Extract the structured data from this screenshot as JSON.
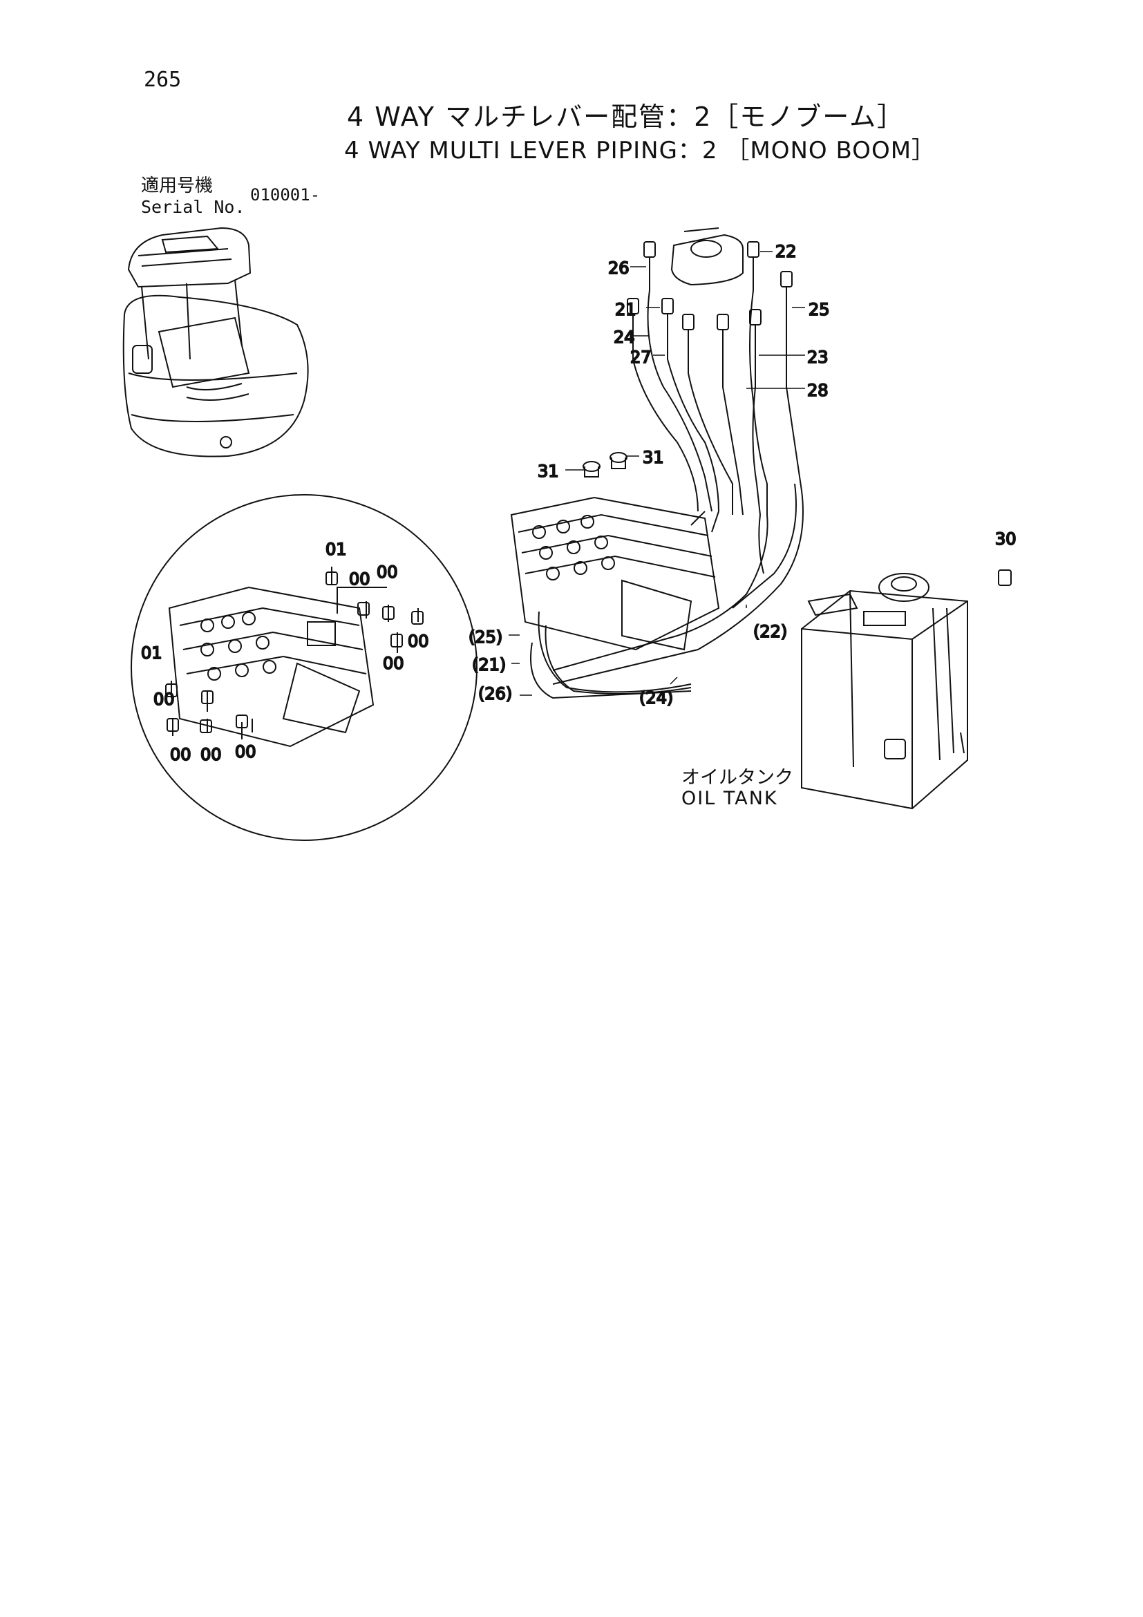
{
  "page_number": "265",
  "title_jp": "4 WAY マルチレバー配管：2［モノブーム］",
  "title_en": "4 WAY MULTI LEVER PIPING：2 ［MONO BOOM］",
  "serial": {
    "label_jp": "適用号機",
    "label_en": "Serial No.",
    "range": "010001-"
  },
  "oil_tank": {
    "label_jp": "オイルタンク",
    "label_en": "OIL TANK"
  },
  "callouts": {
    "c26": "26",
    "c22": "22",
    "c21": "21",
    "c25": "25",
    "c24": "24",
    "c27": "27",
    "c23": "23",
    "c28": "28",
    "c31a": "31",
    "c31b": "31",
    "c30": "30",
    "p22": "(22)",
    "p25": "(25)",
    "p21": "(21)",
    "p26": "(26)",
    "p24": "(24)"
  },
  "detail_callouts": {
    "d01a": "01",
    "d00a": "00",
    "d00b": "00",
    "d00c": "00",
    "d00d": "00",
    "d01b": "01",
    "d00e": "00",
    "d00f": "00",
    "d00g": "00",
    "d00h": "00"
  }
}
